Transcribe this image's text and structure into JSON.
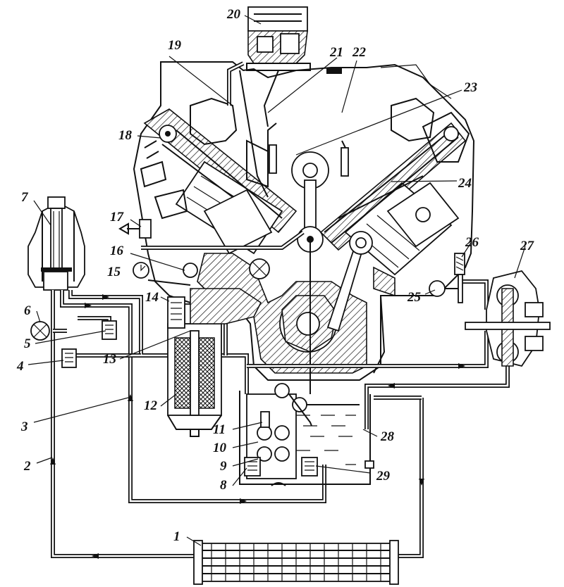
{
  "labels": [
    {
      "id": "1",
      "text": "1"
    },
    {
      "id": "2",
      "text": "2"
    },
    {
      "id": "3",
      "text": "3"
    },
    {
      "id": "4",
      "text": "4"
    },
    {
      "id": "5",
      "text": "5"
    },
    {
      "id": "6",
      "text": "6"
    },
    {
      "id": "7",
      "text": "7"
    },
    {
      "id": "8",
      "text": "8"
    },
    {
      "id": "9",
      "text": "9"
    },
    {
      "id": "10",
      "text": "10"
    },
    {
      "id": "11",
      "text": "11"
    },
    {
      "id": "12",
      "text": "12"
    },
    {
      "id": "13",
      "text": "13"
    },
    {
      "id": "14",
      "text": "14"
    },
    {
      "id": "15",
      "text": "15"
    },
    {
      "id": "16",
      "text": "16"
    },
    {
      "id": "17",
      "text": "17"
    },
    {
      "id": "18",
      "text": "18"
    },
    {
      "id": "19",
      "text": "19"
    },
    {
      "id": "20",
      "text": "20"
    },
    {
      "id": "21",
      "text": "21"
    },
    {
      "id": "22",
      "text": "22"
    },
    {
      "id": "23",
      "text": "23"
    },
    {
      "id": "24",
      "text": "24"
    },
    {
      "id": "25",
      "text": "25"
    },
    {
      "id": "26",
      "text": "26"
    },
    {
      "id": "27",
      "text": "27"
    },
    {
      "id": "28",
      "text": "28"
    },
    {
      "id": "29",
      "text": "29"
    }
  ],
  "colors": {
    "ink": "#111111",
    "paper": "#ffffff"
  }
}
